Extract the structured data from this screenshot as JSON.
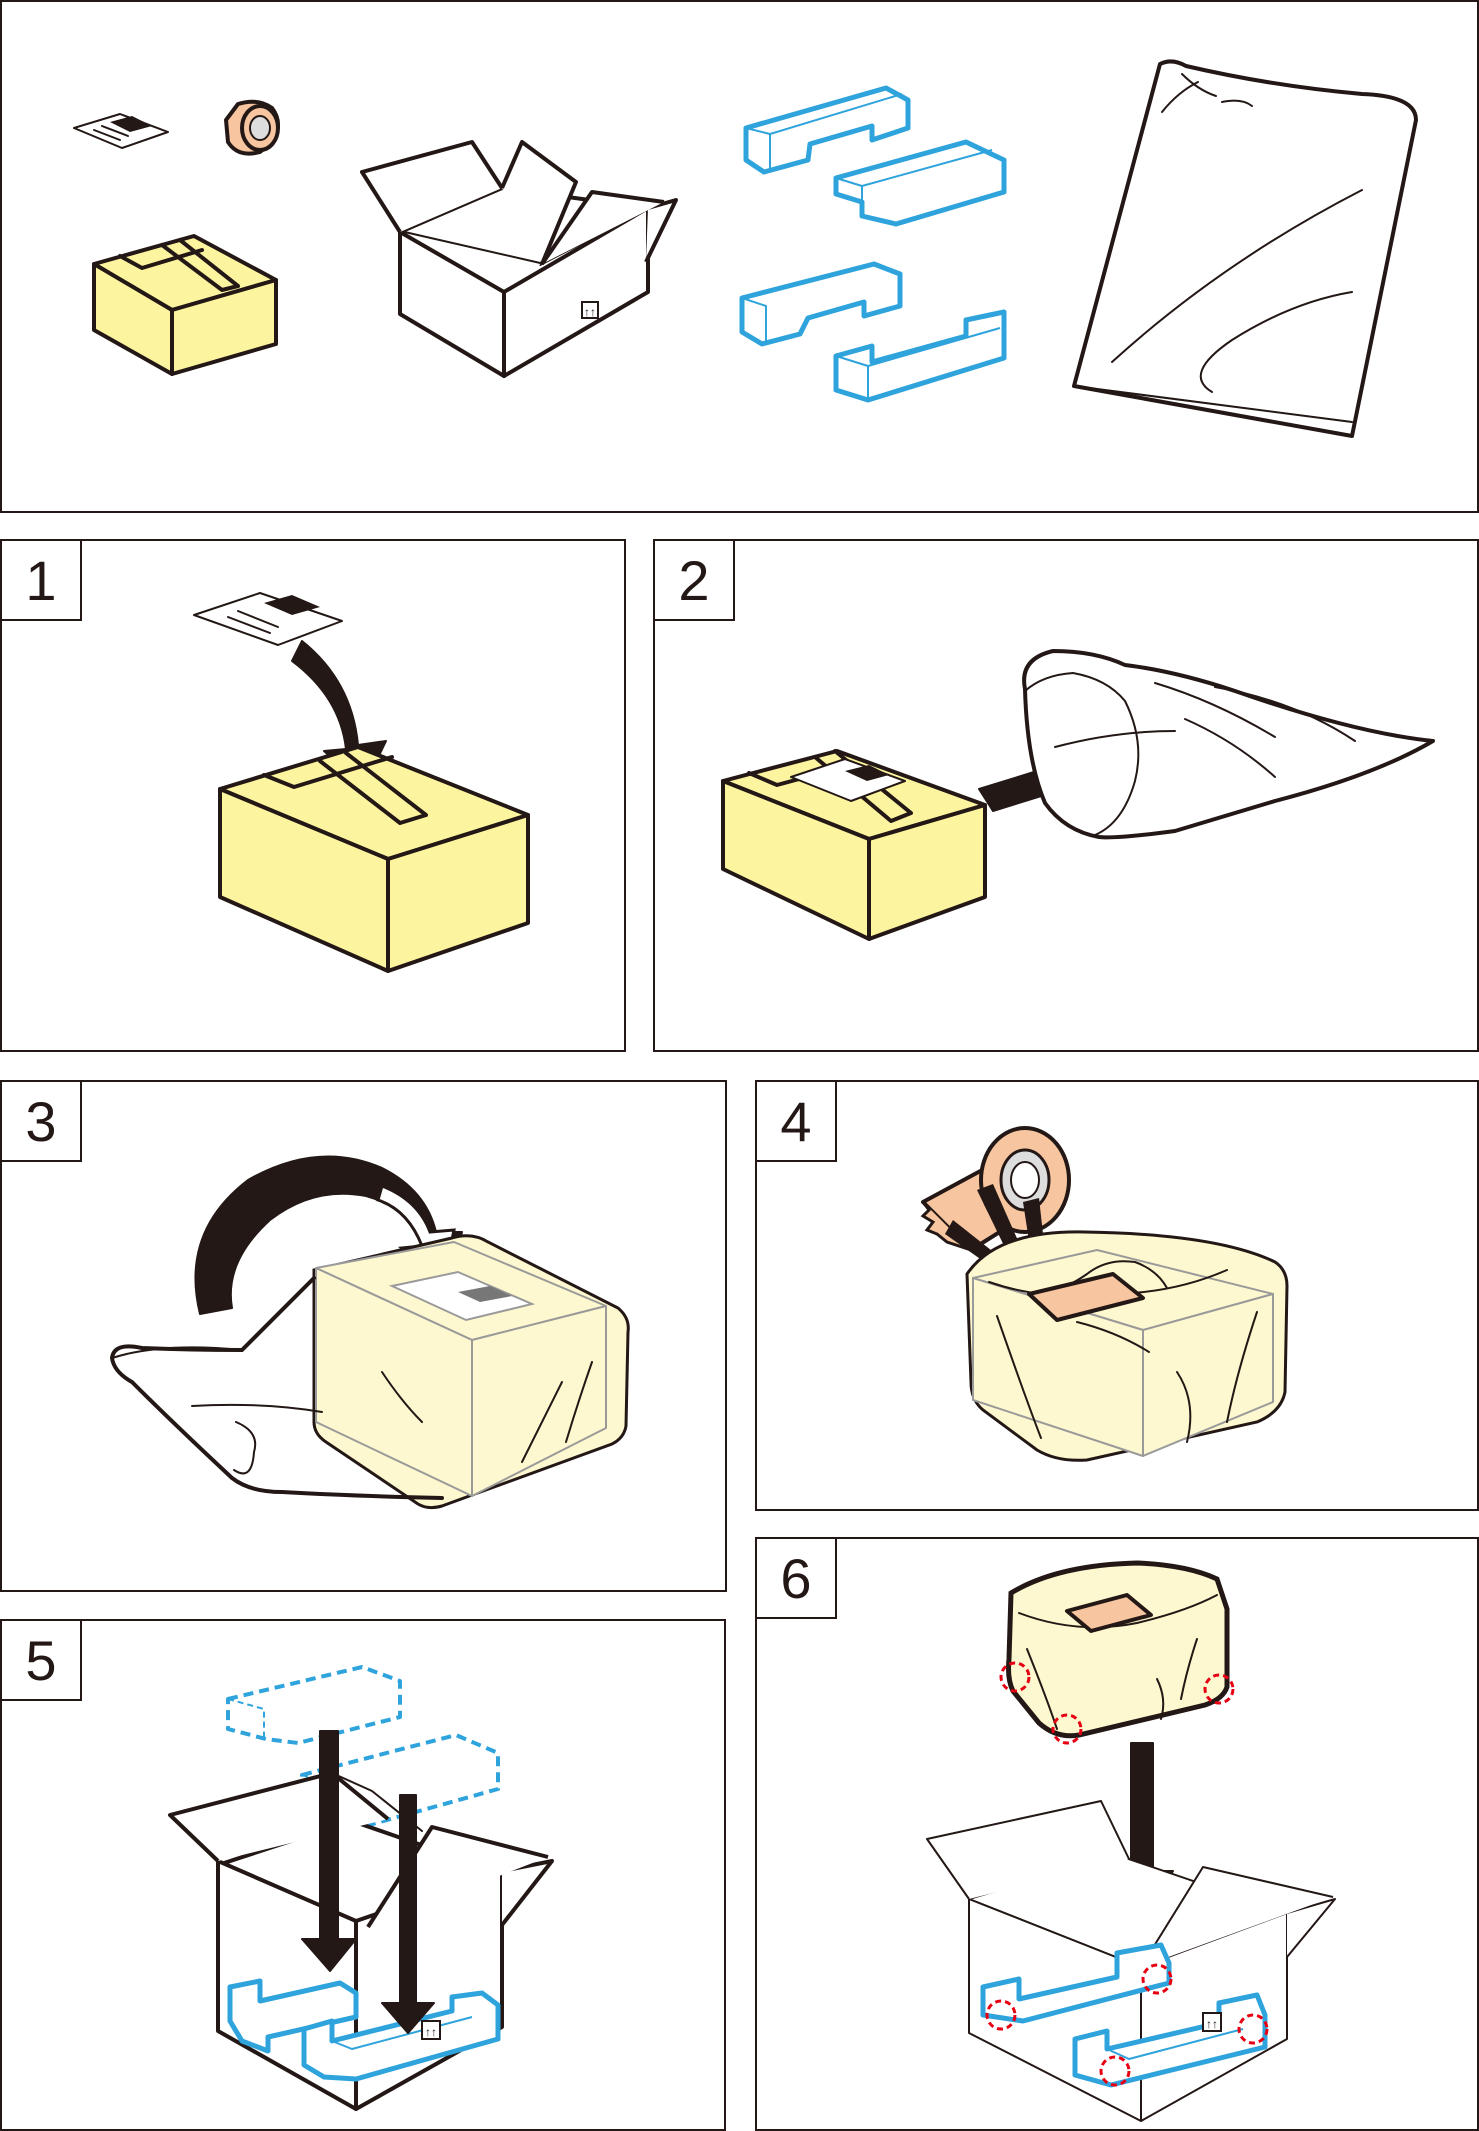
{
  "panels": {
    "parts": {
      "step_label": ""
    },
    "step1": {
      "step_label": "1"
    },
    "step2": {
      "step_label": "2"
    },
    "step3": {
      "step_label": "3"
    },
    "step4": {
      "step_label": "4"
    },
    "step5": {
      "step_label": "5"
    },
    "step6": {
      "step_label": "6"
    }
  },
  "icons": {
    "label_sheet": "label-sheet-icon",
    "tape_roll": "tape-roll-icon",
    "yellow_box": "product-box-icon",
    "shipping_box": "shipping-carton-icon",
    "foam_pads": "foam-spacer-icon",
    "plastic_bag": "plastic-bag-icon",
    "arrow": "arrow-icon",
    "highlight_circle": "check-point-circle-icon",
    "this_side_up": "this-side-up-icon"
  },
  "colors": {
    "outline": "#231815",
    "product_box": "#fdf4a0",
    "foam_spacer": "#2ea3dc",
    "tape": "#f7c59f",
    "highlight": "#e60012"
  }
}
